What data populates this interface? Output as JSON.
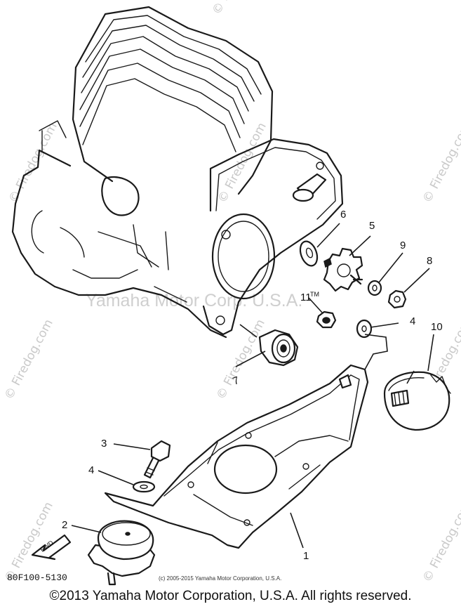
{
  "watermarks": {
    "firedog": "© Firedog.com",
    "center": "Yamaha Motor Corp. U.S.A.",
    "tm": "TM"
  },
  "callouts": {
    "c1": "1",
    "c2": "2",
    "c3": "3",
    "c4a": "4",
    "c4b": "4",
    "c5": "5",
    "c6": "6",
    "c7": "7",
    "c8": "8",
    "c9": "9",
    "c10": "10",
    "c11": "11"
  },
  "fwd_label": "FWD",
  "diagram_code": "80F100-5130",
  "small_copyright": "(c) 2005-2015 Yamaha Motor Corporation, U.S.A.",
  "footer_copyright": "©2013 Yamaha Motor Corporation, U.S.A. All rights reserved."
}
